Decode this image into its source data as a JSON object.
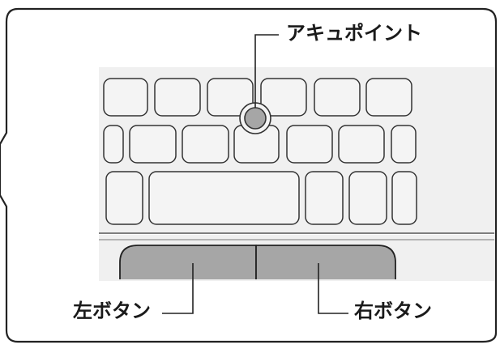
{
  "labels": {
    "accupoint": "アキュポイント",
    "left_button": "左ボタン",
    "right_button": "右ボタン"
  },
  "colors": {
    "frame_stroke": "#222222",
    "keyboard_bg": "#f0f0f0",
    "key_fill": "#f4f4f4",
    "key_stroke": "#333333",
    "pointer_fill": "#a6a6a6",
    "button_fill": "#a6a6a6",
    "leader_line": "#222222"
  }
}
